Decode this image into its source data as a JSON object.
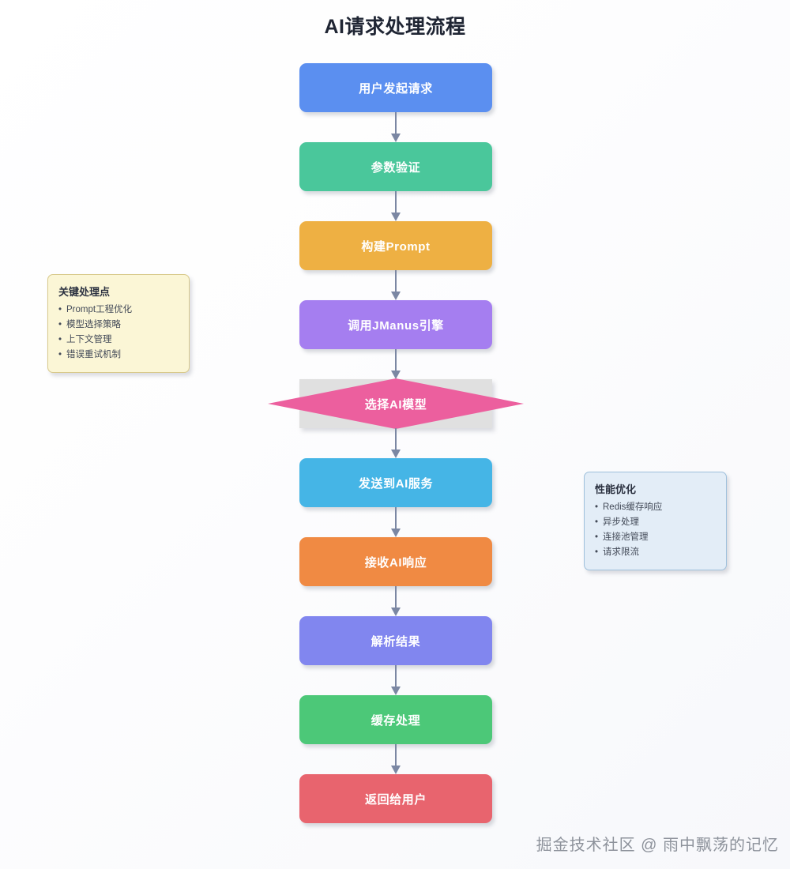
{
  "title": "AI请求处理流程",
  "watermark": "掘金技术社区 @ 雨中飘荡的记忆",
  "chart_data": {
    "type": "diagram",
    "title": "AI请求处理流程",
    "orientation": "top-to-bottom",
    "nodes": [
      {
        "id": "n1",
        "label": "用户发起请求",
        "shape": "rounded-rect",
        "color": "#5b8ff0"
      },
      {
        "id": "n2",
        "label": "参数验证",
        "shape": "rounded-rect",
        "color": "#4ac79b"
      },
      {
        "id": "n3",
        "label": "构建Prompt",
        "shape": "rounded-rect",
        "color": "#eeb043"
      },
      {
        "id": "n4",
        "label": "调用JManus引擎",
        "shape": "rounded-rect",
        "color": "#a57ef0"
      },
      {
        "id": "n5",
        "label": "选择AI模型",
        "shape": "diamond",
        "color": "#ec5f9e",
        "deck_color": "#e0e0e0"
      },
      {
        "id": "n6",
        "label": "发送到AI服务",
        "shape": "rounded-rect",
        "color": "#45b5e6"
      },
      {
        "id": "n7",
        "label": "接收AI响应",
        "shape": "rounded-rect",
        "color": "#f08a43"
      },
      {
        "id": "n8",
        "label": "解析结果",
        "shape": "rounded-rect",
        "color": "#8186ef"
      },
      {
        "id": "n9",
        "label": "缓存处理",
        "shape": "rounded-rect",
        "color": "#4cc878"
      },
      {
        "id": "n10",
        "label": "返回给用户",
        "shape": "rounded-rect",
        "color": "#e8646e"
      }
    ],
    "edges": [
      {
        "from": "n1",
        "to": "n2"
      },
      {
        "from": "n2",
        "to": "n3"
      },
      {
        "from": "n3",
        "to": "n4"
      },
      {
        "from": "n4",
        "to": "n5"
      },
      {
        "from": "n5",
        "to": "n6"
      },
      {
        "from": "n6",
        "to": "n7"
      },
      {
        "from": "n7",
        "to": "n8"
      },
      {
        "from": "n8",
        "to": "n9"
      },
      {
        "from": "n9",
        "to": "n10"
      }
    ],
    "edge_color": "#7b87a3",
    "notes": [
      {
        "id": "note-key-points",
        "title": "关键处理点",
        "items": [
          "Prompt工程优化",
          "模型选择策略",
          "上下文管理",
          "错误重试机制"
        ],
        "background": "#fbf6d6",
        "border": "#d8c98a"
      },
      {
        "id": "note-performance",
        "title": "性能优化",
        "items": [
          "Redis缓存响应",
          "异步处理",
          "连接池管理",
          "请求限流"
        ],
        "background": "#e3edf7",
        "border": "#9fc0dc"
      }
    ]
  }
}
